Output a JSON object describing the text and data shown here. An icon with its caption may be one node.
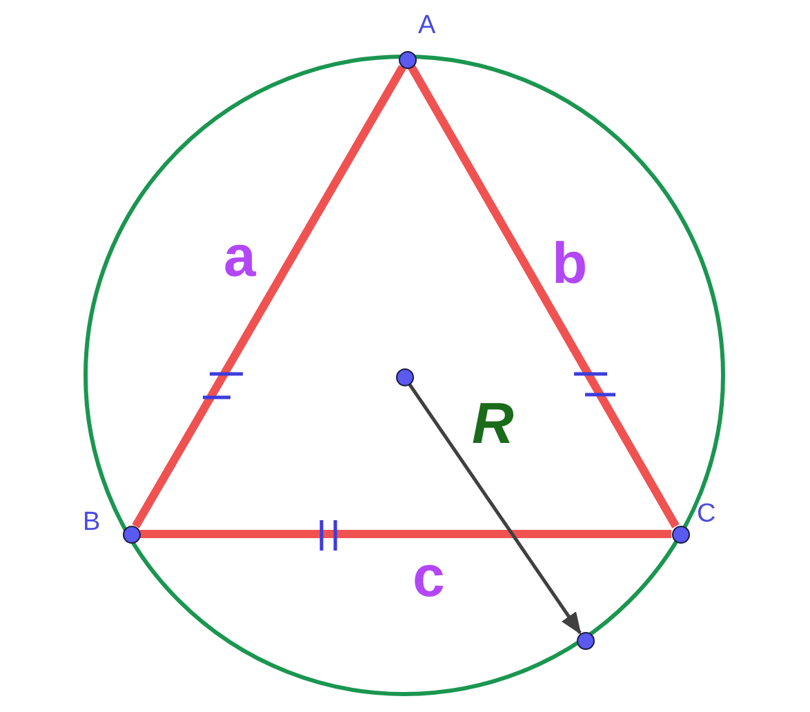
{
  "diagram": {
    "nodes": [
      {
        "text": [],
        "shape": "circle",
        "beside": [
          "A"
        ]
      },
      {
        "text": [],
        "shape": "circle",
        "beside": [
          "B"
        ]
      },
      {
        "text": [],
        "shape": "circle",
        "beside": [
          "C"
        ]
      },
      {
        "text": [],
        "shape": "circle"
      },
      {
        "text": [],
        "shape": "circle"
      }
    ],
    "edges": [
      {
        "from": 0,
        "to": 1,
        "arrow": "none"
      },
      {
        "from": 1,
        "to": 2,
        "arrow": "none"
      },
      {
        "from": 2,
        "to": 0,
        "arrow": "none"
      },
      {
        "from": 3,
        "to": 4,
        "arrow": "to",
        "color": "#404040"
      }
    ],
    "labels": [
      "a",
      "b",
      "R",
      "c"
    ]
  }
}
